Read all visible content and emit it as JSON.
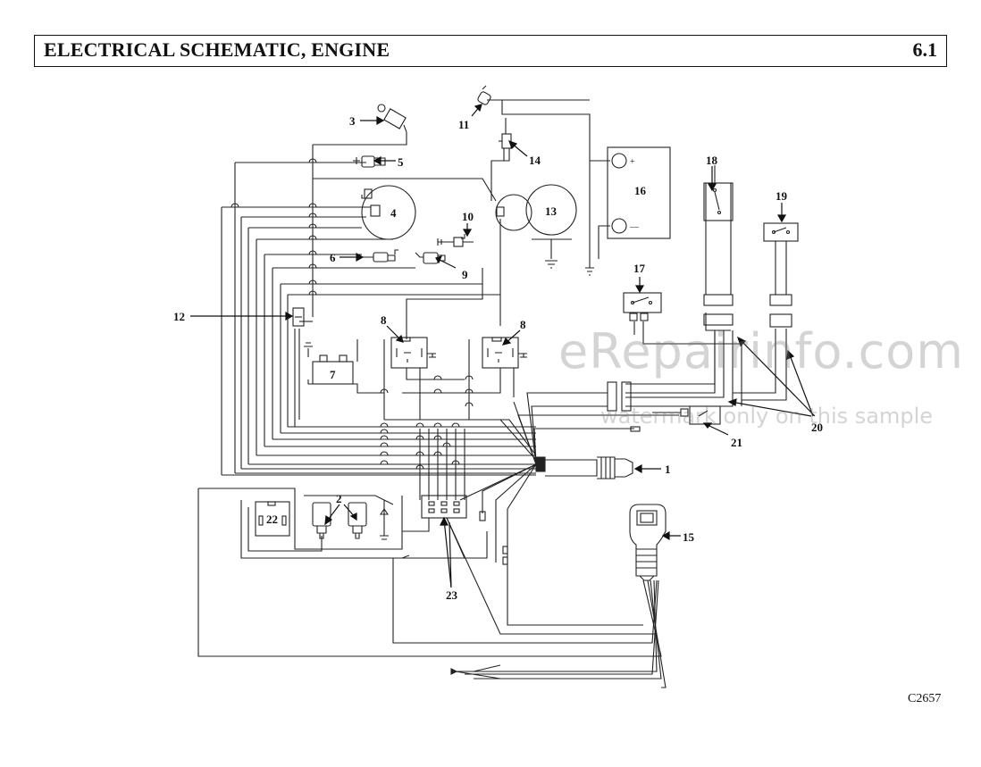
{
  "header": {
    "title": "ELECTRICAL SCHEMATIC, ENGINE",
    "section": "6.1"
  },
  "callouts": [
    "1",
    "2",
    "3",
    "4",
    "5",
    "6",
    "7",
    "8",
    "8",
    "9",
    "10",
    "11",
    "12",
    "13",
    "14",
    "15",
    "16",
    "17",
    "18",
    "19",
    "20",
    "21",
    "22",
    "23"
  ],
  "battery": {
    "plus": "+",
    "minus": "—"
  },
  "watermark": {
    "line1": "eRepairinfo.com",
    "line2": "watermark only on this sample"
  },
  "figure_code": "C2657"
}
